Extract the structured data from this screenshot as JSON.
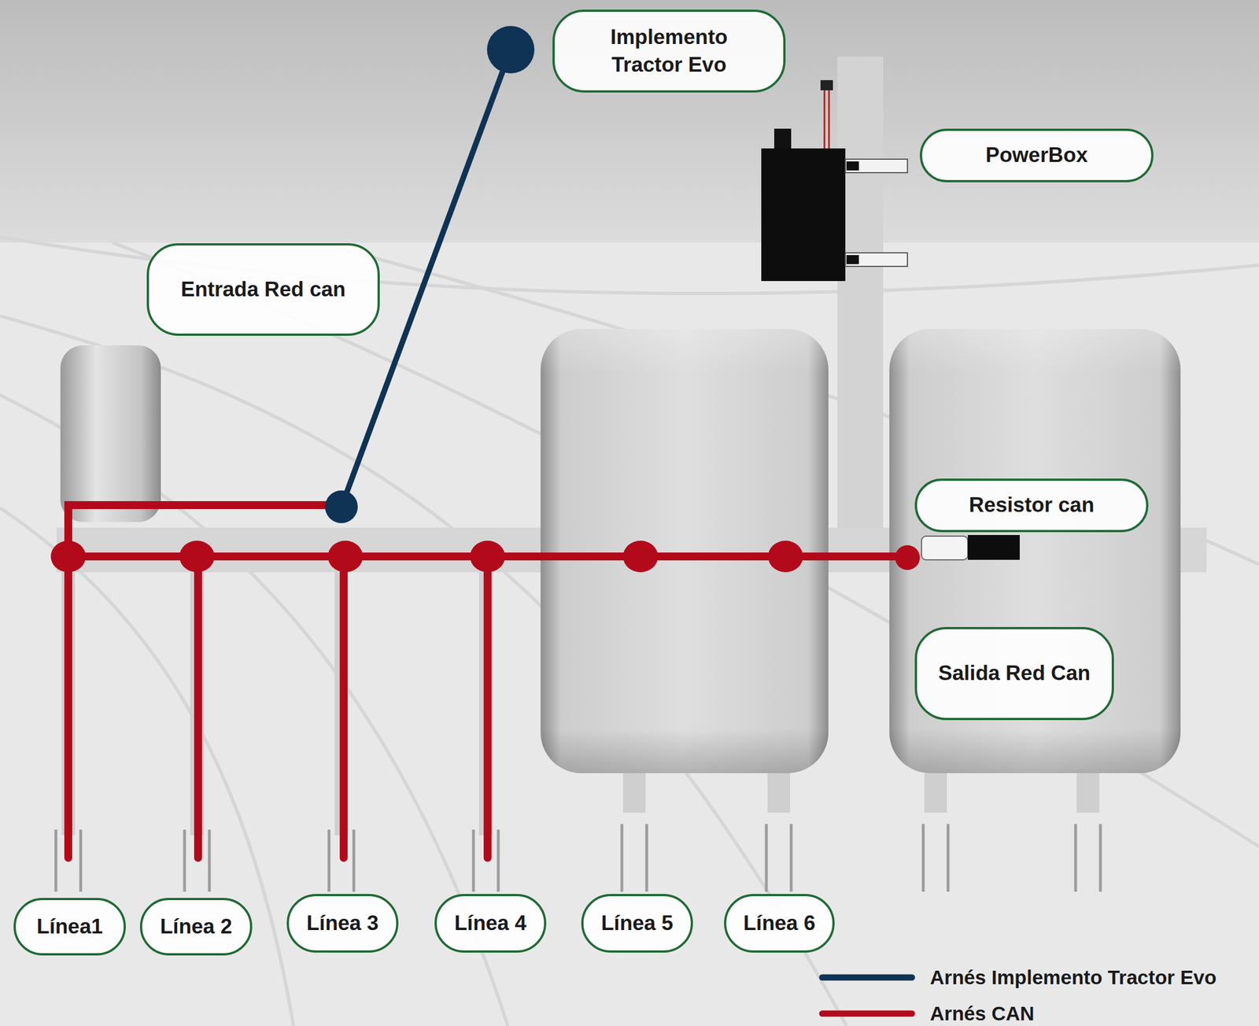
{
  "diagram": {
    "nodes": [
      {
        "text": [
          "Implemento Tractor Evo"
        ]
      },
      {
        "text": [
          "PowerBox"
        ]
      },
      {
        "text": [
          "Entrada Red can"
        ]
      },
      {
        "text": [
          "Resistor can"
        ]
      },
      {
        "text": [
          "Salida Red Can"
        ]
      },
      {
        "text": [
          "Línea1"
        ]
      },
      {
        "text": [
          "Línea 2"
        ]
      },
      {
        "text": [
          "Línea 3"
        ]
      },
      {
        "text": [
          "Línea 4"
        ]
      },
      {
        "text": [
          "Línea 5"
        ]
      },
      {
        "text": [
          "Línea 6"
        ]
      }
    ],
    "legend": [
      {
        "text": "Arnés Implemento Tractor Evo"
      },
      {
        "text": "Arnés CAN"
      }
    ]
  }
}
